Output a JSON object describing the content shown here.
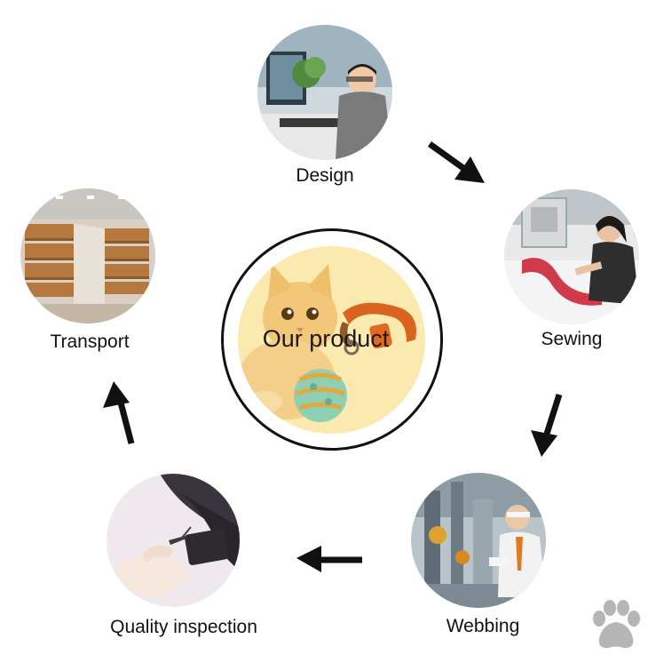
{
  "center": {
    "title": "Our product"
  },
  "steps": [
    {
      "id": "design",
      "label": "Design"
    },
    {
      "id": "sewing",
      "label": "Sewing"
    },
    {
      "id": "webbing",
      "label": "Webbing"
    },
    {
      "id": "quality",
      "label": "Quality inspection"
    },
    {
      "id": "transport",
      "label": "Transport"
    }
  ],
  "icons": {
    "logo": "paw-icon",
    "arrows": [
      "arrow-design-to-sewing",
      "arrow-sewing-to-webbing",
      "arrow-webbing-to-quality",
      "arrow-quality-to-transport"
    ]
  },
  "colors": {
    "arrow": "#111111",
    "center_bg": "#fbeab0",
    "ring": "#111111",
    "paw": "#b5b5b5"
  }
}
